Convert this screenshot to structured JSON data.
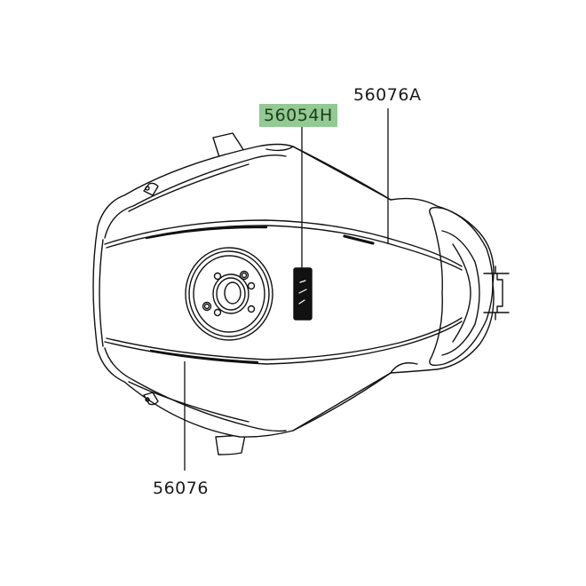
{
  "diagram": {
    "subject": "fuel tank decal diagram",
    "background": "#ffffff",
    "line_color": "#111111",
    "highlight_color": "#93c993",
    "callouts": [
      {
        "id": "56054H",
        "label": "56054H",
        "highlighted": true,
        "target": "tank emblem decal"
      },
      {
        "id": "56076A",
        "label": "56076A",
        "highlighted": false,
        "target": "upper stripe decal"
      },
      {
        "id": "56076",
        "label": "56076",
        "highlighted": false,
        "target": "lower stripe decal"
      }
    ]
  }
}
